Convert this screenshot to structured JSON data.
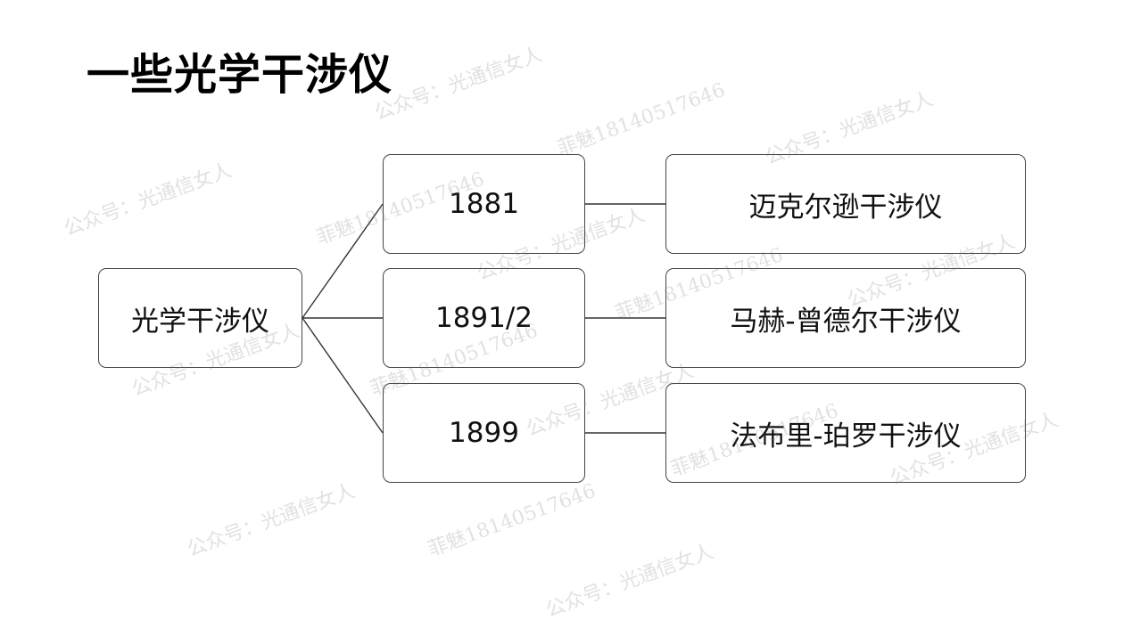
{
  "title": "一些光学干涉仪",
  "diagram": {
    "root": "光学干涉仪",
    "branches": [
      {
        "year": "1881",
        "instrument": "迈克尔逊干涉仪"
      },
      {
        "year": "1891/2",
        "instrument": "马赫-曾德尔干涉仪"
      },
      {
        "year": "1899",
        "instrument": "法布里-珀罗干涉仪"
      }
    ]
  },
  "watermark": {
    "account": "公众号：光通信女人",
    "contact": "菲魅18140517646"
  },
  "colors": {
    "border": "#444444",
    "line": "#333333",
    "text": "#111111"
  }
}
